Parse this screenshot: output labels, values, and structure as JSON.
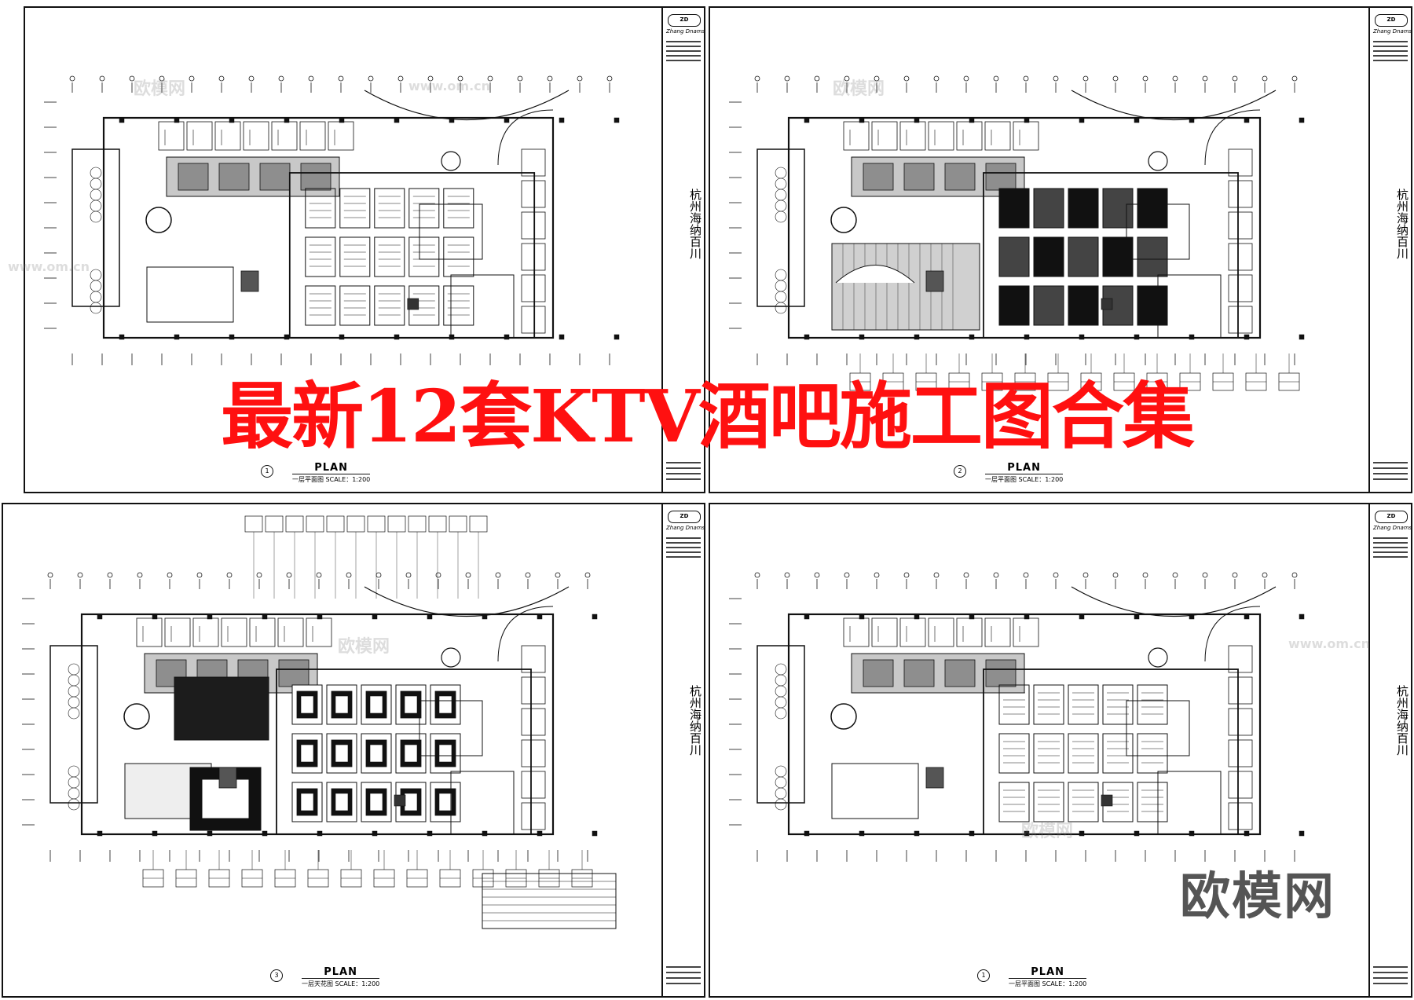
{
  "headline": "最新12套KTV酒吧施工图合集",
  "brand_watermark": "欧模网",
  "watermarks": [
    "欧模网",
    "www.om.cn"
  ],
  "sheets": [
    {
      "id": 1,
      "project": "杭州海纳百川",
      "firm": "Zhang Dnamssss",
      "plan_label": "PLAN",
      "scale_label": "一层平面图 SCALE：1:200",
      "number": "1"
    },
    {
      "id": 2,
      "project": "杭州海纳百川",
      "firm": "Zhang Dnamssss",
      "plan_label": "PLAN",
      "scale_label": "一层平面图 SCALE：1:200",
      "number": "2"
    },
    {
      "id": 3,
      "project": "杭州海纳百川",
      "firm": "Zhang Dnamssss",
      "plan_label": "PLAN",
      "scale_label": "一层天花图 SCALE：1:200",
      "number": "3"
    },
    {
      "id": 4,
      "project": "杭州海纳百川",
      "firm": "Zhang Dnamssss",
      "plan_label": "PLAN",
      "scale_label": "一层平面图 SCALE：1:200",
      "number": "1"
    }
  ],
  "colors": {
    "headline": "#ff1010",
    "line": "#111111",
    "hatch": "#777777"
  }
}
